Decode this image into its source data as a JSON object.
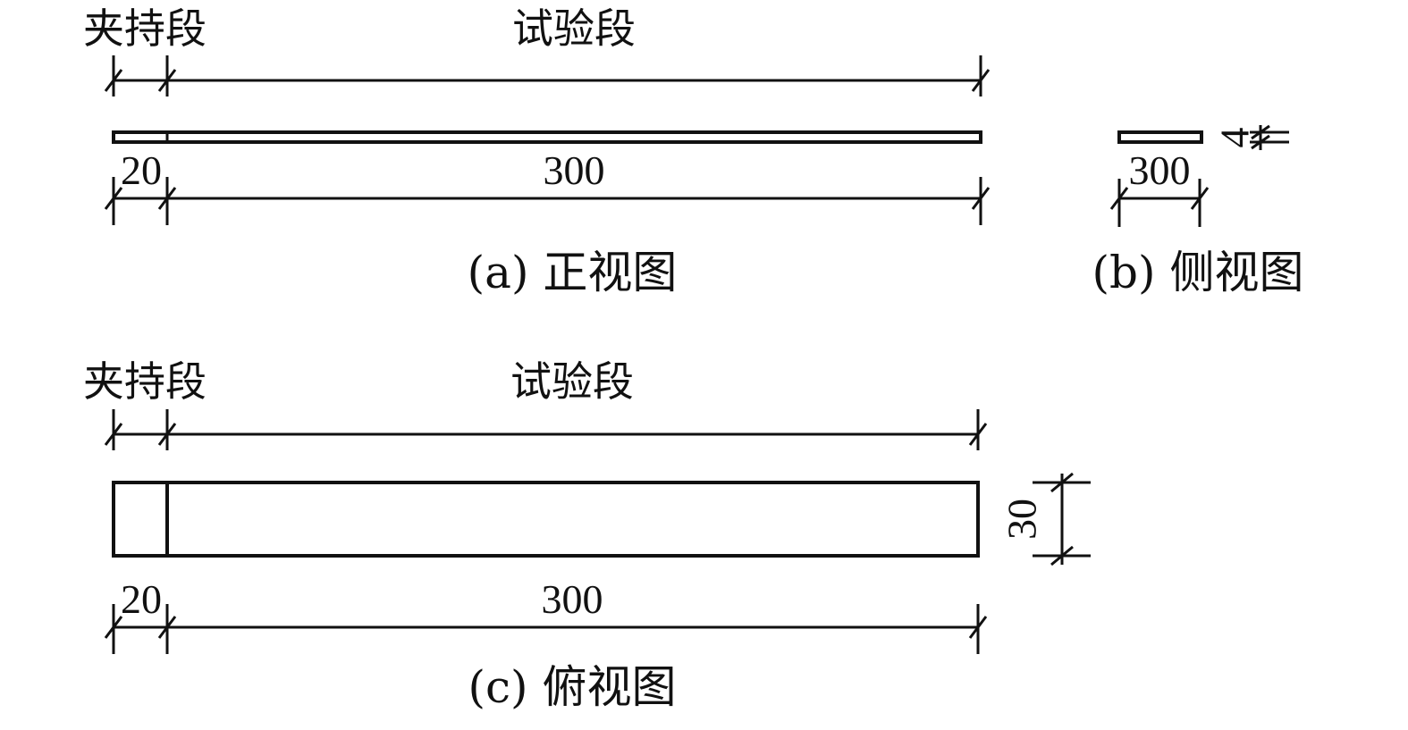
{
  "front_view": {
    "clamp_label": "夹持段",
    "test_label": "试验段",
    "clamp_length": "20",
    "test_length": "300",
    "caption": "(a) 正视图"
  },
  "side_view": {
    "thickness": "4",
    "width": "300",
    "caption": "(b) 侧视图"
  },
  "top_view": {
    "clamp_label": "夹持段",
    "test_label": "试验段",
    "clamp_length": "20",
    "test_length": "300",
    "width": "30",
    "caption": "(c) 俯视图"
  }
}
